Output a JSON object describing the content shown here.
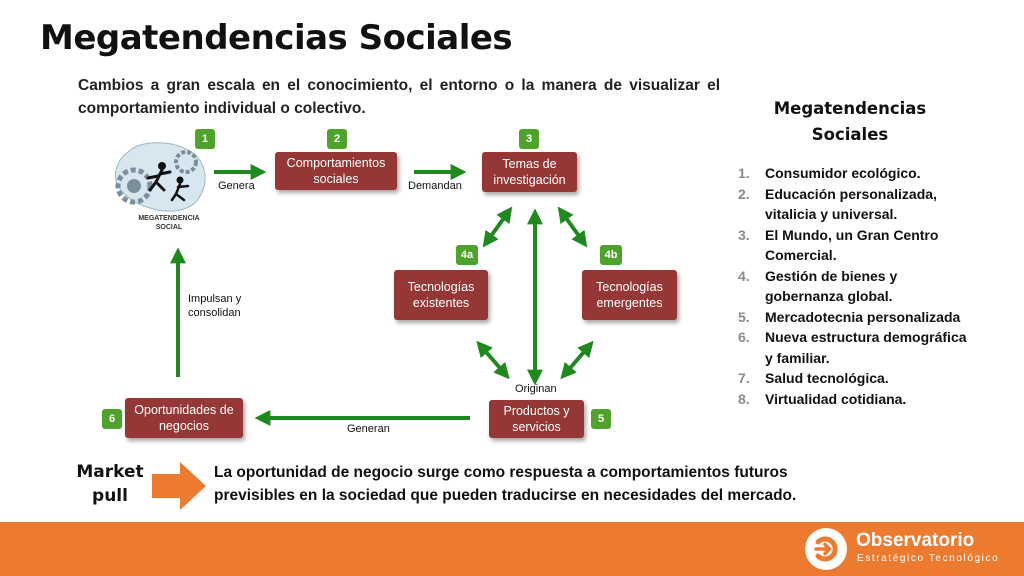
{
  "title": "Megatendencias Sociales",
  "subtitle": "Cambios a gran escala en el conocimiento, el entorno o la manera de visualizar el comportamiento individual  o colectivo.",
  "colors": {
    "box": "#953734",
    "badge": "#4fa32a",
    "arrow": "#1e8a1e",
    "footer": "#ec7b30"
  },
  "diagram": {
    "megatendencia_label": "MEGATENDENCIA SOCIAL",
    "nodes": [
      {
        "id": "comportamientos",
        "label": "Comportamientos sociales",
        "badge": "2"
      },
      {
        "id": "temas",
        "label": "Temas de investigación",
        "badge": "3"
      },
      {
        "id": "existentes",
        "label": "Tecnologías existentes",
        "badge": "4a"
      },
      {
        "id": "emergentes",
        "label": "Tecnologías emergentes",
        "badge": "4b"
      },
      {
        "id": "productos",
        "label": "Productos y servicios",
        "badge": "5"
      },
      {
        "id": "oportunidades",
        "label": "Oportunidades de negocios",
        "badge": "6"
      }
    ],
    "megatendencia_badge": "1",
    "edge_labels": {
      "genera": "Genera",
      "demandan": "Demandan",
      "originan": "Originan",
      "generan": "Generan",
      "impulsan": "Impulsan y consolidan"
    }
  },
  "side_panel": {
    "title": "Megatendencias Sociales",
    "items": [
      {
        "num": "1.",
        "text": "Consumidor ecológico."
      },
      {
        "num": "2.",
        "text": "Educación personalizada, vitalicia y universal."
      },
      {
        "num": "3.",
        "text": "El Mundo, un Gran Centro Comercial."
      },
      {
        "num": "4.",
        "text": "Gestión de bienes y gobernanza global."
      },
      {
        "num": "5.",
        "text": "Mercadotecnia personalizada"
      },
      {
        "num": "6.",
        "text": "Nueva estructura demográfica y familiar."
      },
      {
        "num": "7.",
        "text": "Salud tecnológica."
      },
      {
        "num": "8.",
        "text": "Virtualidad cotidiana."
      }
    ]
  },
  "market_pull": {
    "label": "Market pull",
    "text": "La oportunidad de negocio surge como respuesta a comportamientos futuros previsibles en la sociedad que pueden traducirse en necesidades del mercado."
  },
  "footer": {
    "brand": "Observatorio",
    "tagline": "Estratégico Tecnológico"
  }
}
